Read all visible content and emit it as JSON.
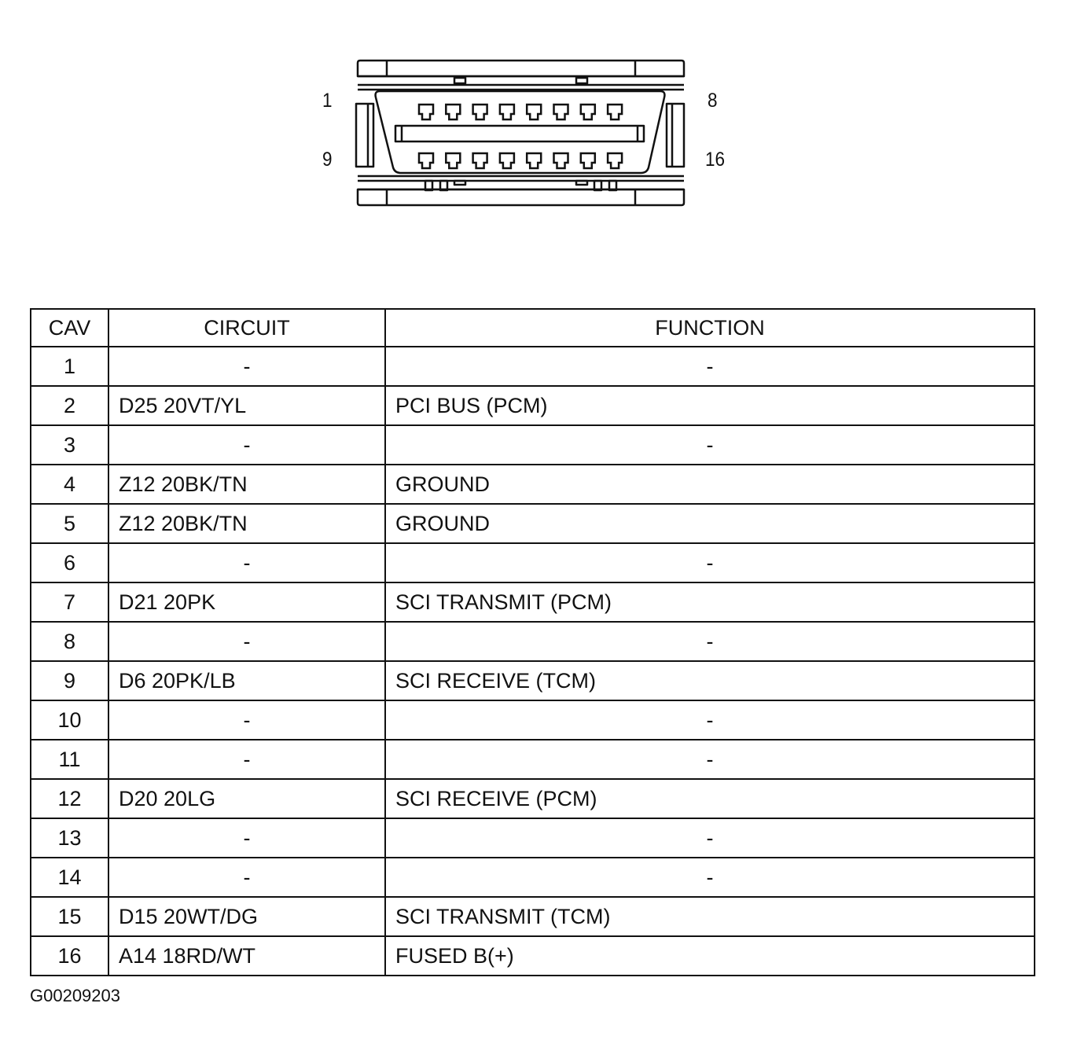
{
  "connector": {
    "pin_labels": {
      "top_left": "1",
      "top_right": "8",
      "bottom_left": "9",
      "bottom_right": "16"
    },
    "pins_per_row": 8
  },
  "table": {
    "headers": {
      "cav": "CAV",
      "circuit": "CIRCUIT",
      "function": "FUNCTION"
    },
    "rows": [
      {
        "cav": "1",
        "circuit": "-",
        "function": "-"
      },
      {
        "cav": "2",
        "circuit": "D25 20VT/YL",
        "function": "PCI BUS (PCM)"
      },
      {
        "cav": "3",
        "circuit": "-",
        "function": "-"
      },
      {
        "cav": "4",
        "circuit": "Z12 20BK/TN",
        "function": "GROUND"
      },
      {
        "cav": "5",
        "circuit": "Z12 20BK/TN",
        "function": "GROUND"
      },
      {
        "cav": "6",
        "circuit": "-",
        "function": "-"
      },
      {
        "cav": "7",
        "circuit": "D21 20PK",
        "function": "SCI TRANSMIT (PCM)"
      },
      {
        "cav": "8",
        "circuit": "-",
        "function": "-"
      },
      {
        "cav": "9",
        "circuit": "D6 20PK/LB",
        "function": "SCI RECEIVE (TCM)"
      },
      {
        "cav": "10",
        "circuit": "-",
        "function": "-"
      },
      {
        "cav": "11",
        "circuit": "-",
        "function": "-"
      },
      {
        "cav": "12",
        "circuit": "D20 20LG",
        "function": "SCI RECEIVE (PCM)"
      },
      {
        "cav": "13",
        "circuit": "-",
        "function": "-"
      },
      {
        "cav": "14",
        "circuit": "-",
        "function": "-"
      },
      {
        "cav": "15",
        "circuit": "D15 20WT/DG",
        "function": "SCI TRANSMIT (TCM)"
      },
      {
        "cav": "16",
        "circuit": "A14 18RD/WT",
        "function": "FUSED B(+)"
      }
    ]
  },
  "figure_id": "G00209203"
}
